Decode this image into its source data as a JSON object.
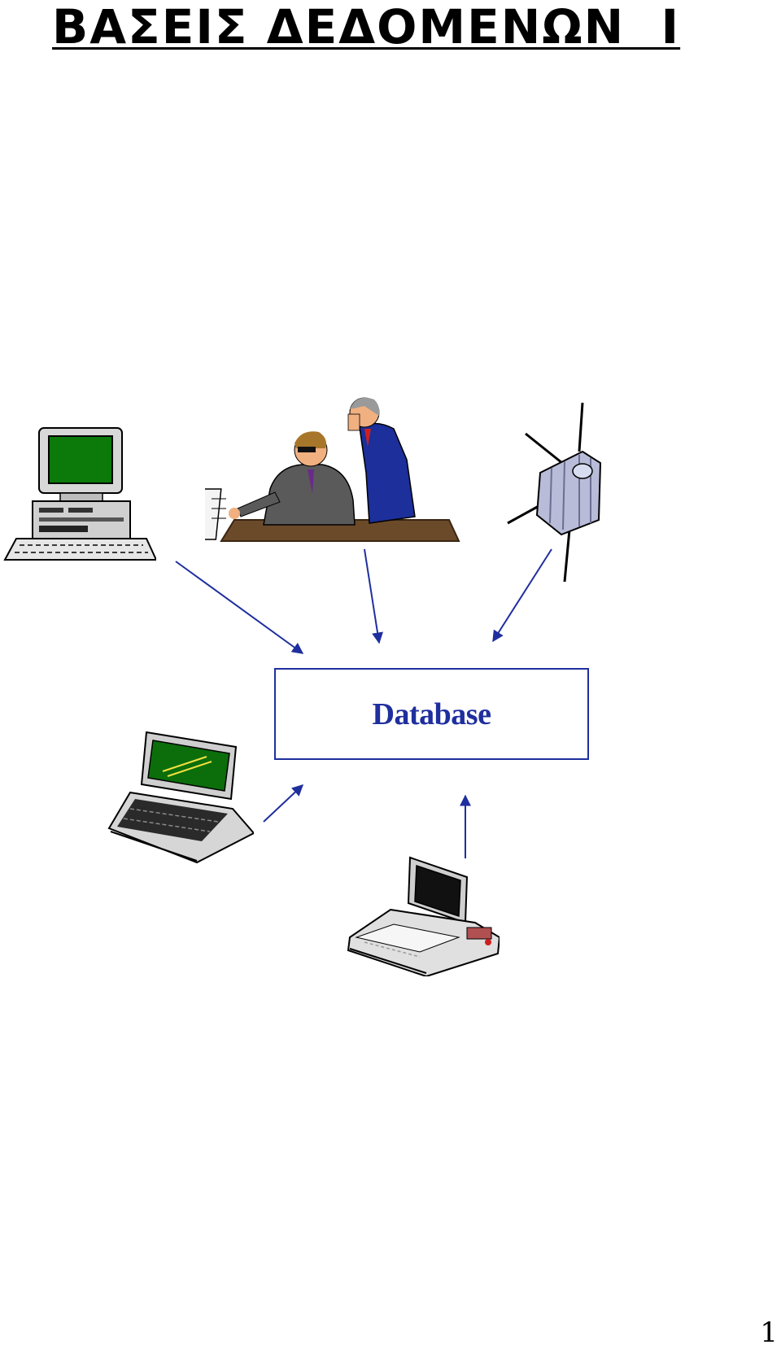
{
  "document": {
    "title": "ΒΑΣΕΙΣ ΔΕΔΟΜΕΝΩΝ  Ι",
    "page_number": "1"
  },
  "diagram": {
    "center_label": "Database",
    "accent_color": "#1f2f9e",
    "sources": [
      {
        "name": "desktop-computer-icon"
      },
      {
        "name": "office-workers-icon"
      },
      {
        "name": "satellite-icon"
      },
      {
        "name": "laptop-computer-icon"
      },
      {
        "name": "terminal-computer-icon"
      }
    ]
  }
}
